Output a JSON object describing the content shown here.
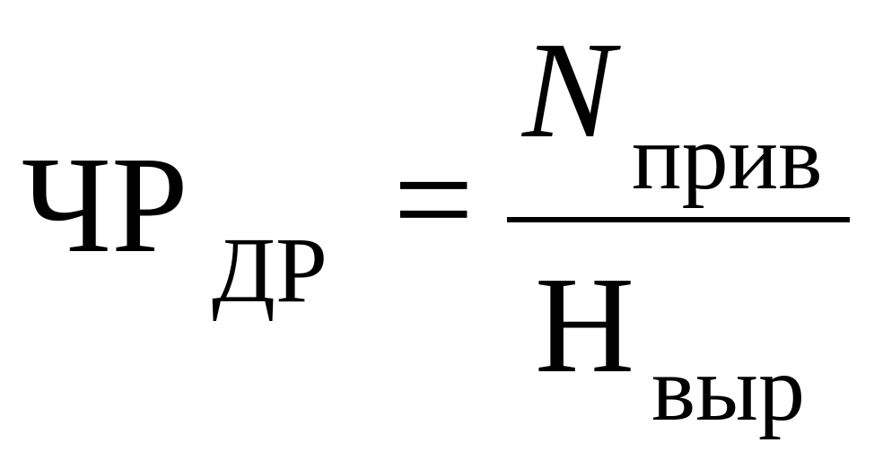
{
  "formula": {
    "lhs": {
      "symbol": "ЧР",
      "subscript": "ДР"
    },
    "operator": "=",
    "numerator": {
      "symbol": "N",
      "subscript": "прив"
    },
    "denominator": {
      "symbol": "Н",
      "subscript": "выр"
    }
  }
}
